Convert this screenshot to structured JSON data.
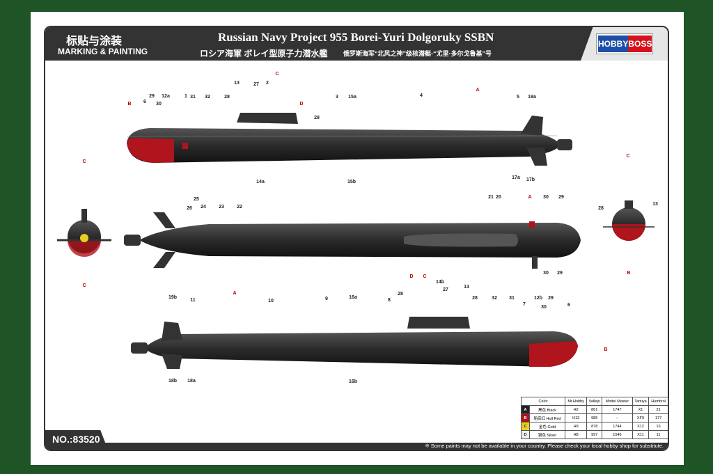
{
  "header": {
    "title_cn": "标贴与涂装",
    "title_en": "MARKING & PAINTING",
    "title": "Russian Navy Project 955 Borei-Yuri Dolgoruky SSBN",
    "subtitle_jp": "ロシア海軍 ボレイ型原子力潜水艦",
    "subtitle_cn": "俄罗斯海军“北风之神”级核潜艇-“尤里·多尔戈鲁基”号",
    "logo": {
      "left": "HOBBY",
      "right": "BOSS"
    }
  },
  "colors": {
    "hull": "#2b2b2b",
    "hull_red": "#b0141c",
    "frame": "#333333",
    "background": "#1f5426",
    "gold": "#e8d020"
  },
  "callouts": [
    "B",
    "6",
    "29",
    "30",
    "12a",
    "1",
    "31",
    "32",
    "28",
    "13",
    "27",
    "2",
    "C",
    "D",
    "28",
    "3",
    "15a",
    "4",
    "A",
    "5",
    "19a",
    "14a",
    "15b",
    "17a",
    "17b",
    "25",
    "26",
    "24",
    "23",
    "22",
    "21",
    "20",
    "A",
    "30",
    "29",
    "30",
    "29",
    "19b",
    "11",
    "A",
    "10",
    "9",
    "16a",
    "8",
    "28",
    "D",
    "C",
    "14b",
    "27",
    "13",
    "28",
    "32",
    "31",
    "7",
    "12b",
    "29",
    "30",
    "6",
    "B",
    "16b",
    "18b",
    "18a",
    "C",
    "C",
    "C",
    "28",
    "13",
    "B"
  ],
  "color_table": {
    "headers": [
      "Color",
      "Mr.Hobby",
      "Vallejo",
      "Model Master",
      "Tamiya",
      "Humbrol"
    ],
    "rows": [
      {
        "code": "A",
        "swatch": "#222222",
        "name": "黑色 Black",
        "mr_hobby": "H2",
        "vallejo": "861",
        "model_master": "1747",
        "tamiya": "X1",
        "humbrol": "21"
      },
      {
        "code": "B",
        "swatch": "#b0141c",
        "name": "船底红 Hull Red",
        "mr_hobby": "H13",
        "vallejo": "985",
        "model_master": "--",
        "tamiya": "XF9",
        "humbrol": "177"
      },
      {
        "code": "C",
        "swatch": "#e8d020",
        "name": "金色 Gold",
        "mr_hobby": "H9",
        "vallejo": "878",
        "model_master": "1744",
        "tamiya": "X12",
        "humbrol": "16"
      },
      {
        "code": "D",
        "swatch": "#eeeeee",
        "name": "银色 Silver",
        "mr_hobby": "H8",
        "vallejo": "997",
        "model_master": "1546",
        "tamiya": "X11",
        "humbrol": "11"
      }
    ]
  },
  "footer": {
    "number": "NO.:83520",
    "note": "※ Some paints may not be available in your country. Please check your local hobby shop for substitute."
  }
}
